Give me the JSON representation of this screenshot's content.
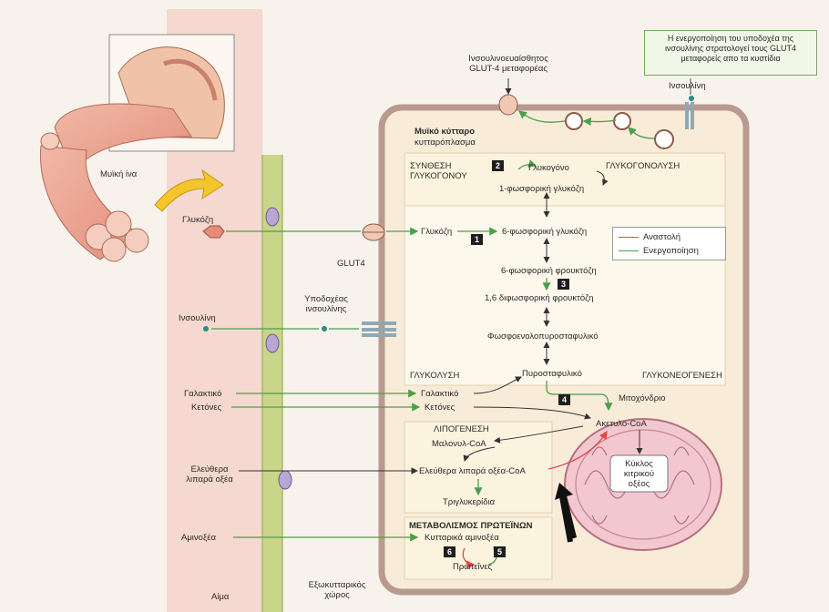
{
  "colors": {
    "blood_band": "#f5c9c0",
    "cell_fill": "#f8ecd9",
    "cell_border": "#b99a8e",
    "mito": "#f3c7cf",
    "arrow_green": "#4aa04a",
    "arrow_red": "#e04848",
    "box_fill": "#fbf3de"
  },
  "callout": {
    "text": "Η ενεργοποίηση του υποδοχέα της ινσουλίνης στρατολογεί τους GLUT4 μεταφορείς απο τα κυστίδια"
  },
  "labels": {
    "insulin_top": "Ινσουλίνη",
    "glut4_sensitive": "Ινσουλινοευαίσθητος GLUT-4 μεταφορέας",
    "muscle_cell": "Μυϊκό κύτταρο",
    "cytoplasm": "κυτταρόπλασμα",
    "muscle_fiber": "Μυϊκή ίνα",
    "glycogen_synthesis": "ΣΥΝΘΕΣΗ ΓΛΥΚΟΓΟΝΟΥ",
    "glycogen": "Γλυκογόνο",
    "glycogenolysis": "ΓΛΥΚΟΓΟΝΟΛΥΣΗ",
    "g1p": "1-φωσφορική γλυκόζη",
    "glucose_blood": "Γλυκόζη",
    "glucose_cell": "Γλυκόζη",
    "g6p": "6-φωσφορική γλυκόζη",
    "glut4": "GLUT4",
    "f6p": "6-φωσφορική φρουκτόζη",
    "f16bp": "1,6 διφωσφορική φρουκτόζη",
    "pep": "Φωσφοενολοπυροσταφυλικό",
    "insulin_receptor": "Υποδοχέας ινσουλίνης",
    "insulin_blood": "Ινσουλίνη",
    "glycolysis": "ΓΛΥΚΟΛΥΣΗ",
    "pyruvate": "Πυροσταφυλικό",
    "gluconeogenesis": "ΓΛΥΚΟΝΕΟΓΕΝΕΣΗ",
    "lactate_blood": "Γαλακτικό",
    "lactate_cell": "Γαλακτικό",
    "mitochondrion": "Μιτοχόνδριο",
    "ketones_blood": "Κετόνες",
    "ketones_cell": "Κετόνες",
    "acetyl_coa": "Ακετυλο-CoA",
    "lipogenesis": "ΛΙΠΟΓΕΝΕΣΗ",
    "malonyl_coa": "Μαλονυλ-CoA",
    "ffa_blood": "Ελεύθερα λιπαρά οξέα",
    "ffa_cell": "Ελεύθερα λιπαρά οξέα-CoA",
    "tca": "Κύκλος κιτρικού οξέος",
    "triglycerides": "Τριγλυκερίδια",
    "protein_metabolism": "ΜΕΤΑΒΟΛΙΣΜΟΣ ΠΡΩΤΕΪΝΩΝ",
    "amino_blood": "Αμινοξέα",
    "amino_cell": "Κυτταρικά αμινοξέα",
    "proteins": "Πρωτεΐνες",
    "blood": "Αίμα",
    "extracellular": "Εξωκυτταρικός χώρος"
  },
  "legend": {
    "inhibition": "Αναστολή",
    "activation": "Ενεργοποίηση"
  },
  "steps": {
    "s1": "1",
    "s2": "2",
    "s3": "3",
    "s4": "4",
    "s5": "5",
    "s6": "6"
  }
}
